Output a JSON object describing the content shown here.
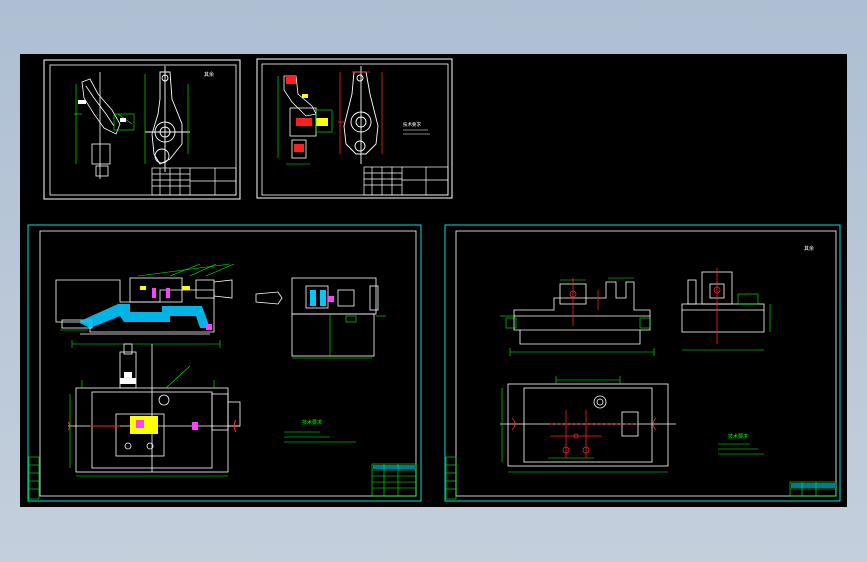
{
  "colors": {
    "background": "#000000",
    "border_white": "#ffffff",
    "border_cyan": "#00e0e0",
    "geometry_white": "#ffffff",
    "dimension_green": "#00ff00",
    "accent_red": "#ff2020",
    "accent_yellow": "#ffff00",
    "accent_magenta": "#ff40ff",
    "hatch_cyan": "#00c8ff"
  },
  "sheets": {
    "part_drawing_a": {
      "roughness_note": "其余"
    },
    "part_drawing_b": {
      "roughness_note": "技术要求"
    },
    "assembly_drawing": {
      "notes_heading": "技术要求"
    },
    "fixture_body_drawing": {
      "roughness_note": "其余",
      "notes_heading": "技术要求"
    }
  }
}
